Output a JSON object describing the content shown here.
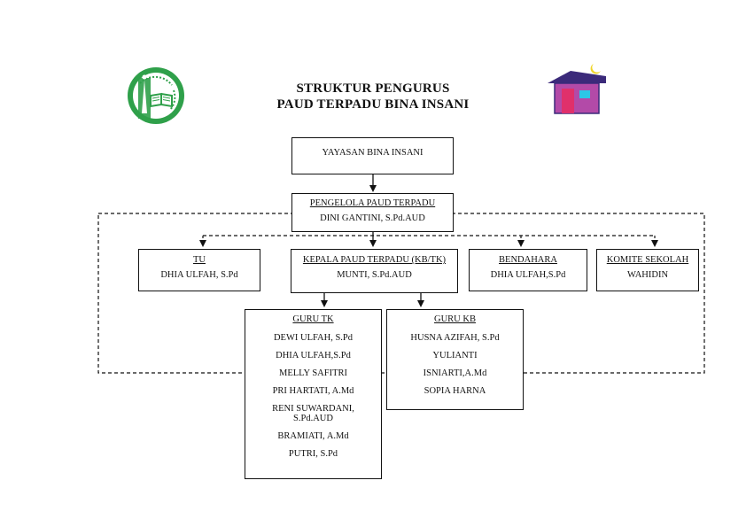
{
  "header": {
    "title_line1": "STRUKTUR PENGURUS",
    "title_line2": "PAUD TERPADU BINA INSANI",
    "logo_left": "school-emblem-icon",
    "logo_right": "house-moon-icon"
  },
  "colors": {
    "emblem_green": "#2fa04a",
    "house_roof": "#3b2a7a",
    "house_wall": "#b34aa8",
    "house_door": "#e0306b",
    "house_window": "#2cc7e6",
    "moon": "#f0d52a"
  },
  "org": {
    "yayasan": {
      "name": "YAYASAN BINA INSANI"
    },
    "pengelola": {
      "title": "PENGELOLA PAUD TERPADU",
      "name": "DINI GANTINI, S.Pd.AUD"
    },
    "tu": {
      "title": "TU",
      "name": "DHIA ULFAH, S.Pd"
    },
    "kepala": {
      "title": "KEPALA PAUD TERPADU (KB/TK)",
      "name": "MUNTI, S.Pd.AUD"
    },
    "bendahara": {
      "title": "BENDAHARA",
      "name": "DHIA ULFAH,S.Pd"
    },
    "komite": {
      "title": "KOMITE SEKOLAH",
      "name": "WAHIDIN"
    },
    "guru_tk": {
      "title": "GURU TK",
      "members": [
        "DEWI ULFAH, S.Pd",
        "DHIA ULFAH,S.Pd",
        "MELLY SAFITRI",
        "PRI HARTATI, A.Md",
        "RENI SUWARDANI,",
        "S.Pd.AUD",
        "BRAMIATI, A.Md",
        "PUTRI, S.Pd"
      ]
    },
    "guru_kb": {
      "title": "GURU KB",
      "members": [
        "HUSNA AZIFAH, S.Pd",
        "YULIANTI",
        "ISNIARTI,A.Md",
        "SOPIA HARNA"
      ]
    }
  }
}
